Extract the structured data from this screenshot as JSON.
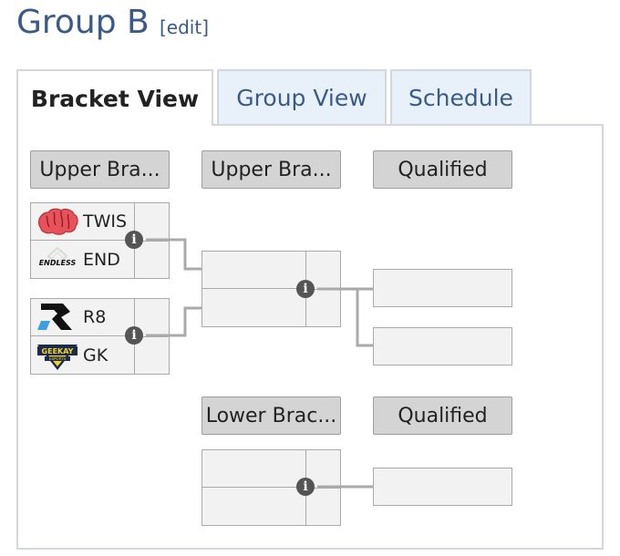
{
  "page": {
    "title": "Group B",
    "edit_label": "[edit]"
  },
  "tabs": [
    {
      "label": "Bracket View",
      "active": true
    },
    {
      "label": "Group View",
      "active": false
    },
    {
      "label": "Schedule",
      "active": false
    }
  ],
  "bracket": {
    "headers": {
      "upper_round1": "Upper Bra...",
      "upper_round2": "Upper Bra...",
      "qualified_upper": "Qualified",
      "lower": "Lower Brac...",
      "qualified_lower": "Qualified"
    },
    "matches": [
      {
        "team1": {
          "name": "TWIS",
          "logo": "brain-logo"
        },
        "team2": {
          "name": "END",
          "logo": "endless-logo"
        }
      },
      {
        "team1": {
          "name": "R8",
          "logo": "r8-logo"
        },
        "team2": {
          "name": "GK",
          "logo": "geekay-logo"
        }
      }
    ],
    "info_icon_glyph": "i"
  },
  "colors": {
    "accent": "#3b5a86",
    "tab_inactive_bg": "#e8f0fa",
    "header_bg": "#d4d4d4",
    "slot_bg": "#f2f2f2",
    "connector": "#aaaaaa"
  }
}
